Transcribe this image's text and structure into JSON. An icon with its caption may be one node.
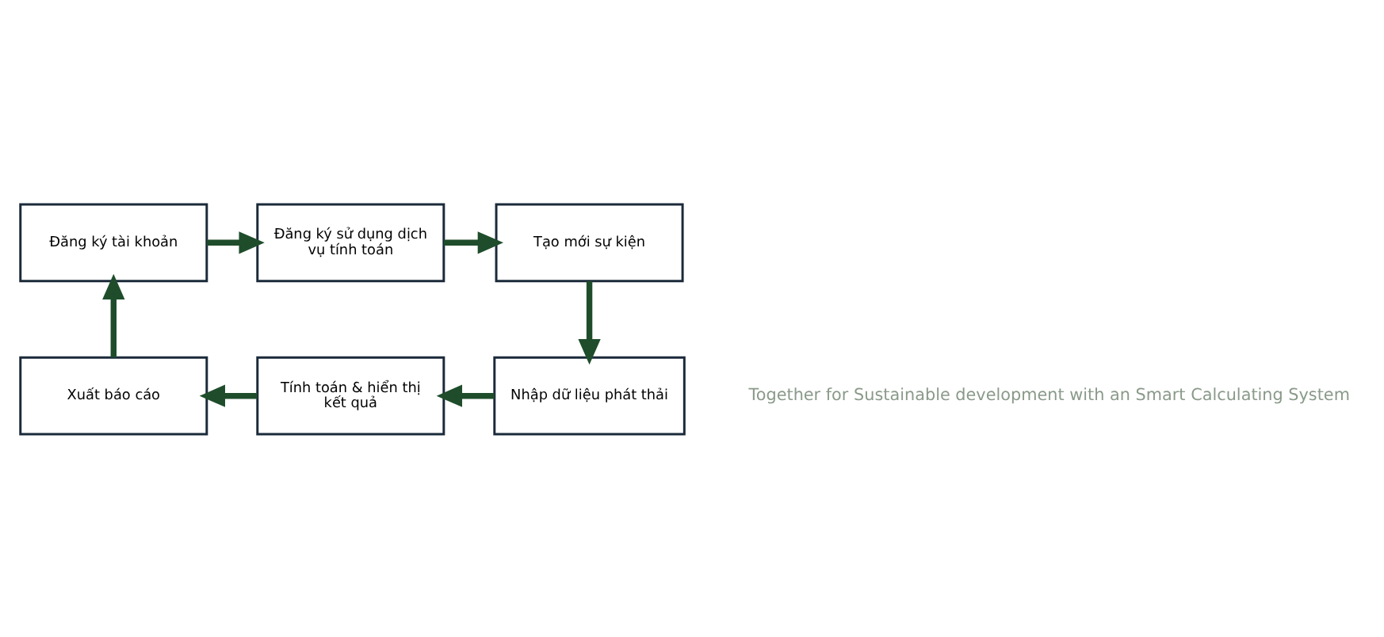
{
  "diagram": {
    "nodes": [
      {
        "text": [
          "Đăng ký tài khoản"
        ]
      },
      {
        "text": [
          "Đăng ký sử dụng dịch vụ tính toán"
        ]
      },
      {
        "text": [
          "Tạo mới sự kiện"
        ]
      },
      {
        "text": [
          "Nhập dữ liệu phát thải"
        ]
      },
      {
        "text": [
          "Tính toán & hiển thị kết quả"
        ]
      },
      {
        "text": [
          "Xuất báo cáo"
        ]
      }
    ],
    "edges": [
      {
        "from": 0,
        "to": 1,
        "arrow": "to"
      },
      {
        "from": 1,
        "to": 2,
        "arrow": "to"
      },
      {
        "from": 2,
        "to": 3,
        "arrow": "to"
      },
      {
        "from": 3,
        "to": 4,
        "arrow": "to"
      },
      {
        "from": 4,
        "to": 5,
        "arrow": "to"
      },
      {
        "from": 5,
        "to": 0,
        "arrow": "to"
      }
    ],
    "labels": [
      "Together for Sustainable development with an Smart Calculating System"
    ]
  }
}
